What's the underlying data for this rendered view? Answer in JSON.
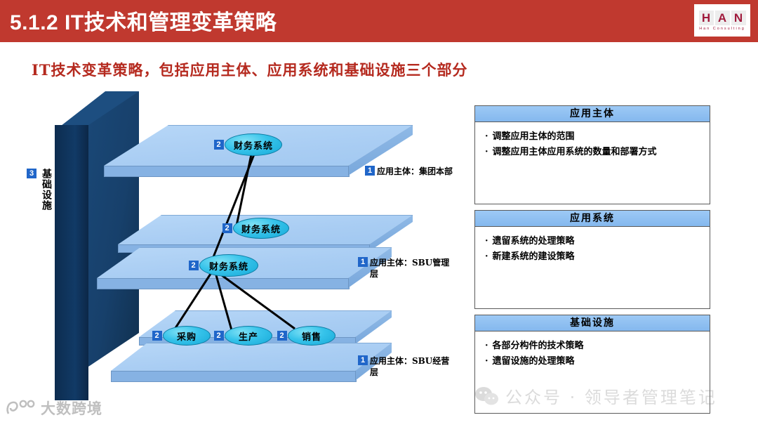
{
  "header": {
    "title": "5.1.2 IT技术和管理变革策略",
    "bg_color": "#c0392f",
    "logo": {
      "letters": [
        "H",
        "A",
        "N"
      ],
      "subtitle": "Han Consulting"
    }
  },
  "subtitle": "IT技术变革策略，包括应用主体、应用系统和基础设施三个部分",
  "diagram": {
    "infrastructure": {
      "badge": "3",
      "label": "基础设施"
    },
    "layers": [
      {
        "badge": "1",
        "label": "应用主体：集团本部"
      },
      {
        "badge": "1",
        "label": "应用主体：SBU管理层"
      },
      {
        "badge": "1",
        "label": "应用主体：SBU经营层"
      }
    ],
    "nodes": [
      {
        "badge": "2",
        "label": "财务系统"
      },
      {
        "badge": "2",
        "label": "财务系统"
      },
      {
        "badge": "2",
        "label": "财务系统"
      },
      {
        "badge": "2",
        "label": "采购"
      },
      {
        "badge": "2",
        "label": "生产"
      },
      {
        "badge": "2",
        "label": "销售"
      }
    ]
  },
  "panels": [
    {
      "title": "应用主体",
      "items": [
        "调整应用主体的范围",
        "调整应用主体应用系统的数量和部署方式"
      ]
    },
    {
      "title": "应用系统",
      "items": [
        "遗留系统的处理策略",
        "新建系统的建设策略"
      ]
    },
    {
      "title": "基础设施",
      "items": [
        "各部分构件的技术策略",
        "遗留设施的处理策略"
      ]
    }
  ],
  "watermarks": {
    "center": "公众号 · 领导者管理笔记",
    "left": "大数跨境"
  },
  "colors": {
    "brand_red": "#c0392f",
    "badge_blue": "#2066c9",
    "plate_blue": "#a9cdf3",
    "wall_navy": "#113a66",
    "node_cyan": "#36c3ea",
    "panel_head": "#8fc0f0"
  }
}
